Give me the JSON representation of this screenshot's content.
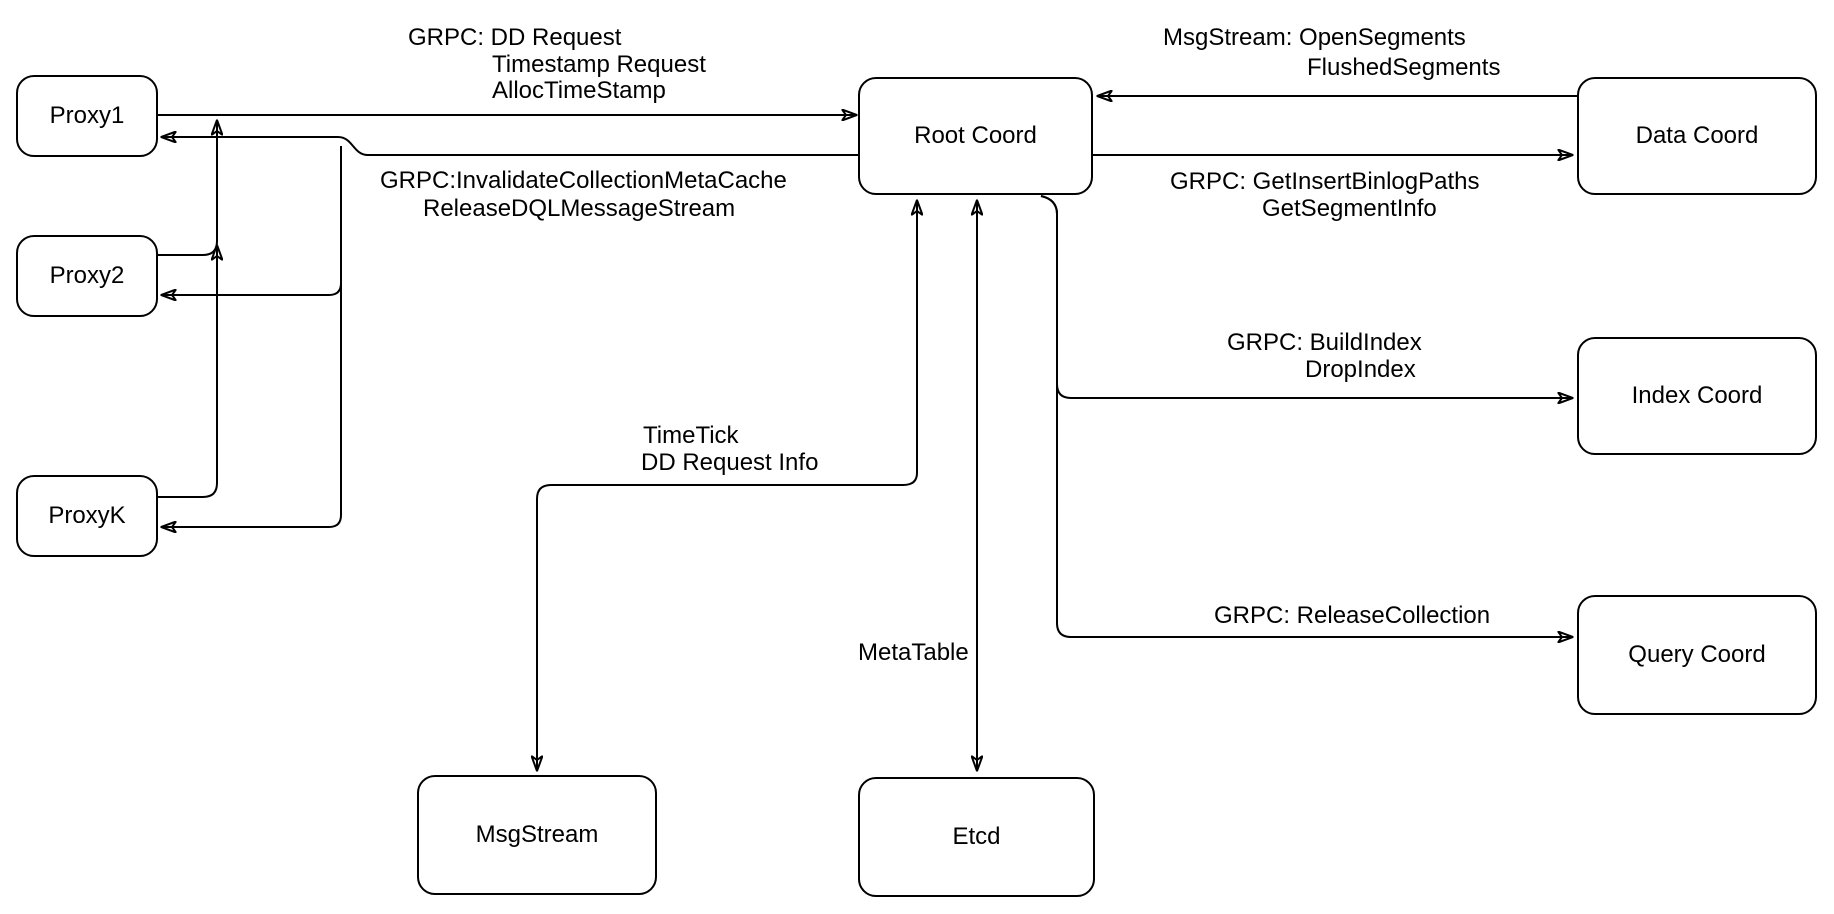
{
  "diagram": {
    "type": "architecture-diagram",
    "background_color": "#ffffff",
    "line_color": "#000000",
    "text_color": "#000000",
    "nodes": {
      "proxy1": "Proxy1",
      "proxy2": "Proxy2",
      "proxyk": "ProxyK",
      "root_coord": "Root Coord",
      "data_coord": "Data Coord",
      "index_coord": "Index Coord",
      "query_coord": "Query Coord",
      "msgstream": "MsgStream",
      "etcd": "Etcd"
    },
    "edge_labels": {
      "proxy_to_root_line1": "GRPC: DD Request",
      "proxy_to_root_line2": "Timestamp Request",
      "proxy_to_root_line3": "AllocTimeStamp",
      "data_to_root_line1": "MsgStream: OpenSegments",
      "data_to_root_line2": "FlushedSegments",
      "root_to_proxy_line1": "GRPC:InvalidateCollectionMetaCache",
      "root_to_proxy_line2": "ReleaseDQLMessageStream",
      "root_to_data_line1": "GRPC: GetInsertBinlogPaths",
      "root_to_data_line2": "GetSegmentInfo",
      "root_to_index_line1": "GRPC: BuildIndex",
      "root_to_index_line2": "DropIndex",
      "root_to_msgstream_line1": "TimeTick",
      "root_to_msgstream_line2": "DD Request Info",
      "root_to_query": "GRPC: ReleaseCollection",
      "root_to_etcd": "MetaTable"
    },
    "edges": [
      {
        "from": "proxy1",
        "to": "root_coord",
        "label": "GRPC: DD Request / Timestamp Request / AllocTimeStamp",
        "direction": "one-way"
      },
      {
        "from": "proxy2",
        "to": "root_coord",
        "label": "joins shared GRPC request line",
        "direction": "one-way"
      },
      {
        "from": "proxyk",
        "to": "root_coord",
        "label": "joins shared GRPC request line",
        "direction": "one-way"
      },
      {
        "from": "root_coord",
        "to": "proxy1",
        "label": "GRPC:InvalidateCollectionMetaCache / ReleaseDQLMessageStream",
        "direction": "one-way"
      },
      {
        "from": "root_coord",
        "to": "proxy2",
        "label": "GRPC:InvalidateCollectionMetaCache / ReleaseDQLMessageStream",
        "direction": "one-way"
      },
      {
        "from": "root_coord",
        "to": "proxyk",
        "label": "GRPC:InvalidateCollectionMetaCache / ReleaseDQLMessageStream",
        "direction": "one-way"
      },
      {
        "from": "data_coord",
        "to": "root_coord",
        "label": "MsgStream: OpenSegments / FlushedSegments",
        "direction": "one-way"
      },
      {
        "from": "root_coord",
        "to": "data_coord",
        "label": "GRPC: GetInsertBinlogPaths / GetSegmentInfo",
        "direction": "one-way"
      },
      {
        "from": "root_coord",
        "to": "index_coord",
        "label": "GRPC: BuildIndex / DropIndex",
        "direction": "one-way"
      },
      {
        "from": "root_coord",
        "to": "query_coord",
        "label": "GRPC: ReleaseCollection",
        "direction": "one-way"
      },
      {
        "from": "root_coord",
        "to": "msgstream",
        "label": "TimeTick / DD Request Info",
        "direction": "two-way"
      },
      {
        "from": "root_coord",
        "to": "etcd",
        "label": "MetaTable",
        "direction": "two-way"
      }
    ]
  }
}
